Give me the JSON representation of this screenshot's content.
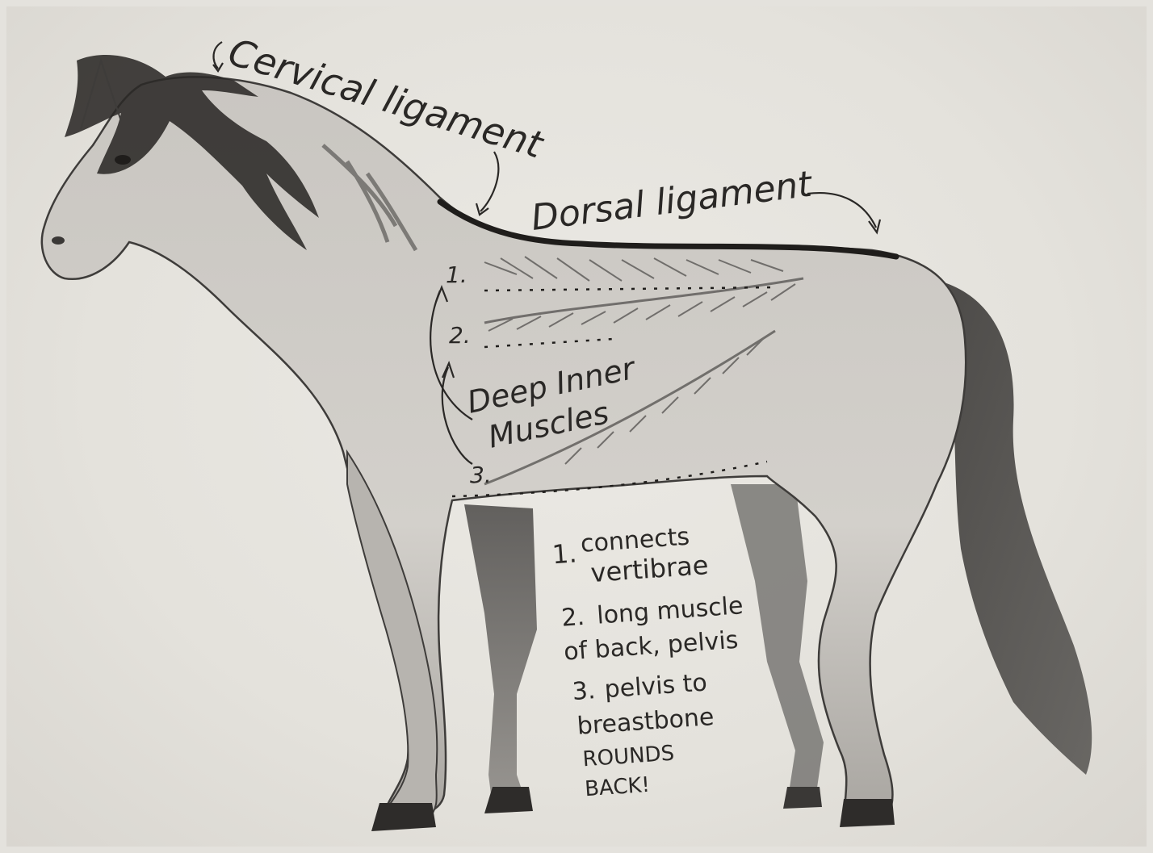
{
  "labels": {
    "cervical": "Cervical ligament",
    "dorsal": "Dorsal ligament",
    "deep_line1": "Deep Inner",
    "deep_line2": "Muscles",
    "num1": "1.",
    "num2": "2.",
    "num3": "3."
  },
  "notes": [
    {
      "num": "1.",
      "lines": [
        "connects",
        "vertibrae"
      ]
    },
    {
      "num": "2.",
      "lines": [
        "long muscle",
        "of back, pelvis"
      ]
    },
    {
      "num": "3.",
      "lines": [
        "pelvis to",
        "breastbone",
        "ROUNDS",
        "BACK!"
      ]
    }
  ],
  "colors": {
    "paper": "#e9e7e2",
    "graphite_dark": "#1f1d1b",
    "graphite_mid": "#6b6865",
    "graphite_light": "#a9a6a1"
  }
}
